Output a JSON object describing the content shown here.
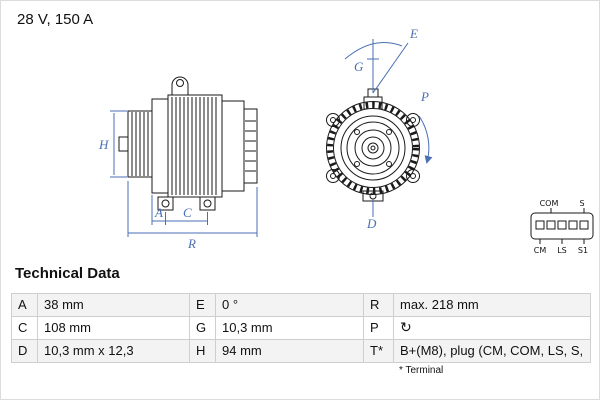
{
  "header": {
    "spec": "28 V, 150 A"
  },
  "diagram": {
    "dim_labels": {
      "H": "H",
      "A": "A",
      "C": "C",
      "R": "R",
      "E": "E",
      "G": "G",
      "P": "P",
      "D": "D"
    },
    "connector": {
      "com": "COM",
      "s": "S",
      "cm": "CM",
      "ls": "LS",
      "s1": "S1"
    }
  },
  "table": {
    "title": "Technical Data",
    "rotation_glyph": "↻",
    "rows": [
      {
        "c1": "A",
        "v1": "38 mm",
        "c2": "E",
        "v2": "0 °",
        "c3": "R",
        "v3": "max. 218 mm"
      },
      {
        "c1": "C",
        "v1": "108 mm",
        "c2": "G",
        "v2": "10,3 mm",
        "c3": "P",
        "v3": ""
      },
      {
        "c1": "D",
        "v1": "10,3 mm x 12,3",
        "c2": "H",
        "v2": "94 mm",
        "c3": "T*",
        "v3": "B+(M8), plug (CM, COM, LS, S,"
      }
    ],
    "footnote": "* Terminal"
  },
  "colors": {
    "dimension_blue": "#4a6fb5",
    "line_black": "#1a1a1a",
    "table_border": "#cfcfcf",
    "row_shade": "#f3f3f3"
  }
}
